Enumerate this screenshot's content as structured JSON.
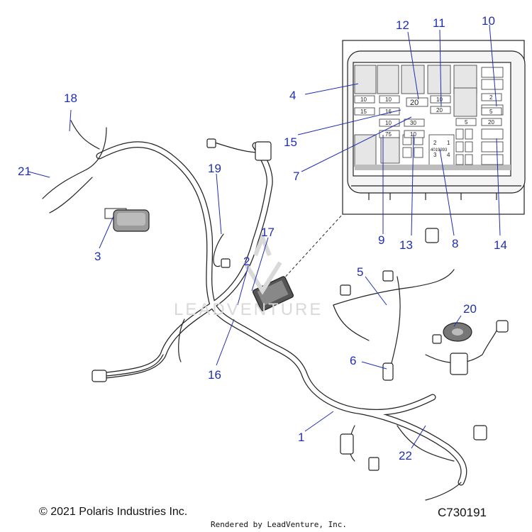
{
  "callouts": {
    "c1": "1",
    "c2": "2",
    "c3": "3",
    "c4": "4",
    "c5": "5",
    "c6": "6",
    "c7": "7",
    "c8": "8",
    "c9": "9",
    "c10": "10",
    "c11": "11",
    "c12": "12",
    "c13": "13",
    "c14": "14",
    "c15": "15",
    "c16": "16",
    "c17": "17",
    "c18": "18",
    "c19": "19",
    "c20": "20",
    "c21": "21",
    "c22": "22"
  },
  "fuse_box": {
    "fuse_ratings": [
      "10",
      "10",
      "15",
      "16",
      "20",
      "10",
      "30",
      "75",
      "10",
      "10",
      "20",
      "5",
      "2",
      "5",
      "20"
    ],
    "relay_pins": [
      "2",
      "1",
      "3",
      "4"
    ],
    "relay_part_number": "4019393"
  },
  "watermark": "LEADVENTURE",
  "footer": {
    "copyright": "© 2021 Polaris Industries Inc.",
    "diagram_code": "C730191",
    "rendered_by": "Rendered by LeadVenture, Inc."
  },
  "colors": {
    "callout": "#1f2fb3",
    "line": "#222222"
  }
}
